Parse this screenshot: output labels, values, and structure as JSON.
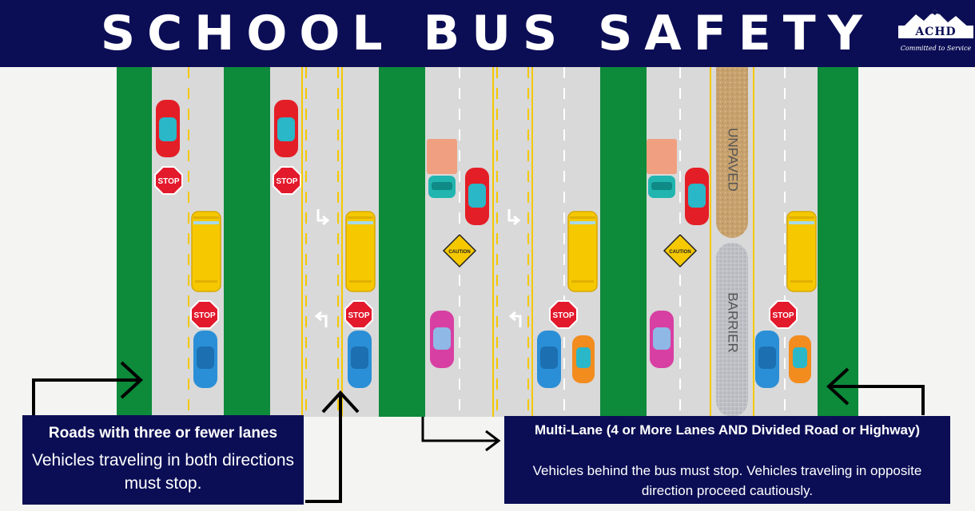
{
  "header": {
    "title": "SCHOOL BUS SAFETY",
    "logo_text": "ACHD",
    "logo_tagline": "Committed to Service"
  },
  "signs": {
    "stop": "STOP",
    "caution": "CAUTION"
  },
  "median_labels": {
    "unpaved": "UNPAVED",
    "barrier": "BARRIER"
  },
  "panels": {
    "left": {
      "title": "Roads with three or fewer lanes",
      "description": "Vehicles traveling in both directions must stop."
    },
    "right": {
      "title": "Multi-Lane (4 or More Lanes AND Divided Road or Highway)",
      "description": "Vehicles behind the bus must stop. Vehicles traveling in opposite direction proceed cautiously."
    }
  },
  "colors": {
    "navy": "#0b0e55",
    "grass": "#0d8a3a",
    "road": "#d9d9d9",
    "bus": "#f5c800",
    "stop_sign": "#e3192c",
    "caution_sign": "#f5c800",
    "dirt": "#c8a26e",
    "red_car": "#e41e26",
    "blue_car": "#2a8fd6",
    "pink_car": "#d83fa2",
    "orange_car": "#f28c1e",
    "truck_cab": "#f0a080",
    "truck_bed": "#22b5b0"
  },
  "icons": [
    "stop-sign-icon",
    "caution-sign-icon",
    "school-bus-icon",
    "car-icon",
    "truck-icon",
    "arrow-icon",
    "turn-arrow-icon",
    "mountain-logo-icon"
  ]
}
